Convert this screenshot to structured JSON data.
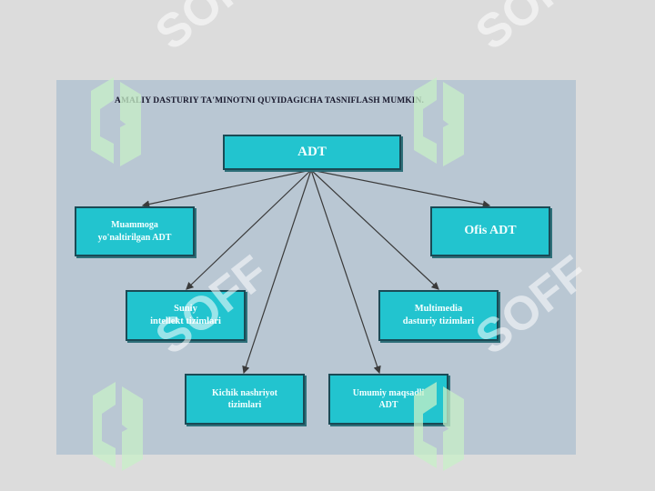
{
  "slide": {
    "title": "AMALIY DASTURIY TA'MINOTNI QUYIDAGICHA TASNIFLASH MUMKIN.",
    "root": "ADT",
    "nodes": [
      {
        "id": "muammoga",
        "label": "Muammoga\nyo'naltirilgan ADT"
      },
      {
        "id": "ofis",
        "label": "Ofis ADT"
      },
      {
        "id": "suniy",
        "label": "Suniy\nintellekt tizimlari"
      },
      {
        "id": "multimedia",
        "label": "Multimedia\ndasturiy tizimlari"
      },
      {
        "id": "kichik",
        "label": "Kichik nashriyot\ntizimlari"
      },
      {
        "id": "umumiy",
        "label": "Umumiy maqsadli\nADT"
      }
    ]
  },
  "watermark": {
    "text": "SOFF",
    "color": "#ffffff"
  },
  "colors": {
    "box_fill": "#22c4cf",
    "box_border": "#1a4a55",
    "slide_bg": "#b9c7d3",
    "page_bg": "#dcdcdc"
  }
}
